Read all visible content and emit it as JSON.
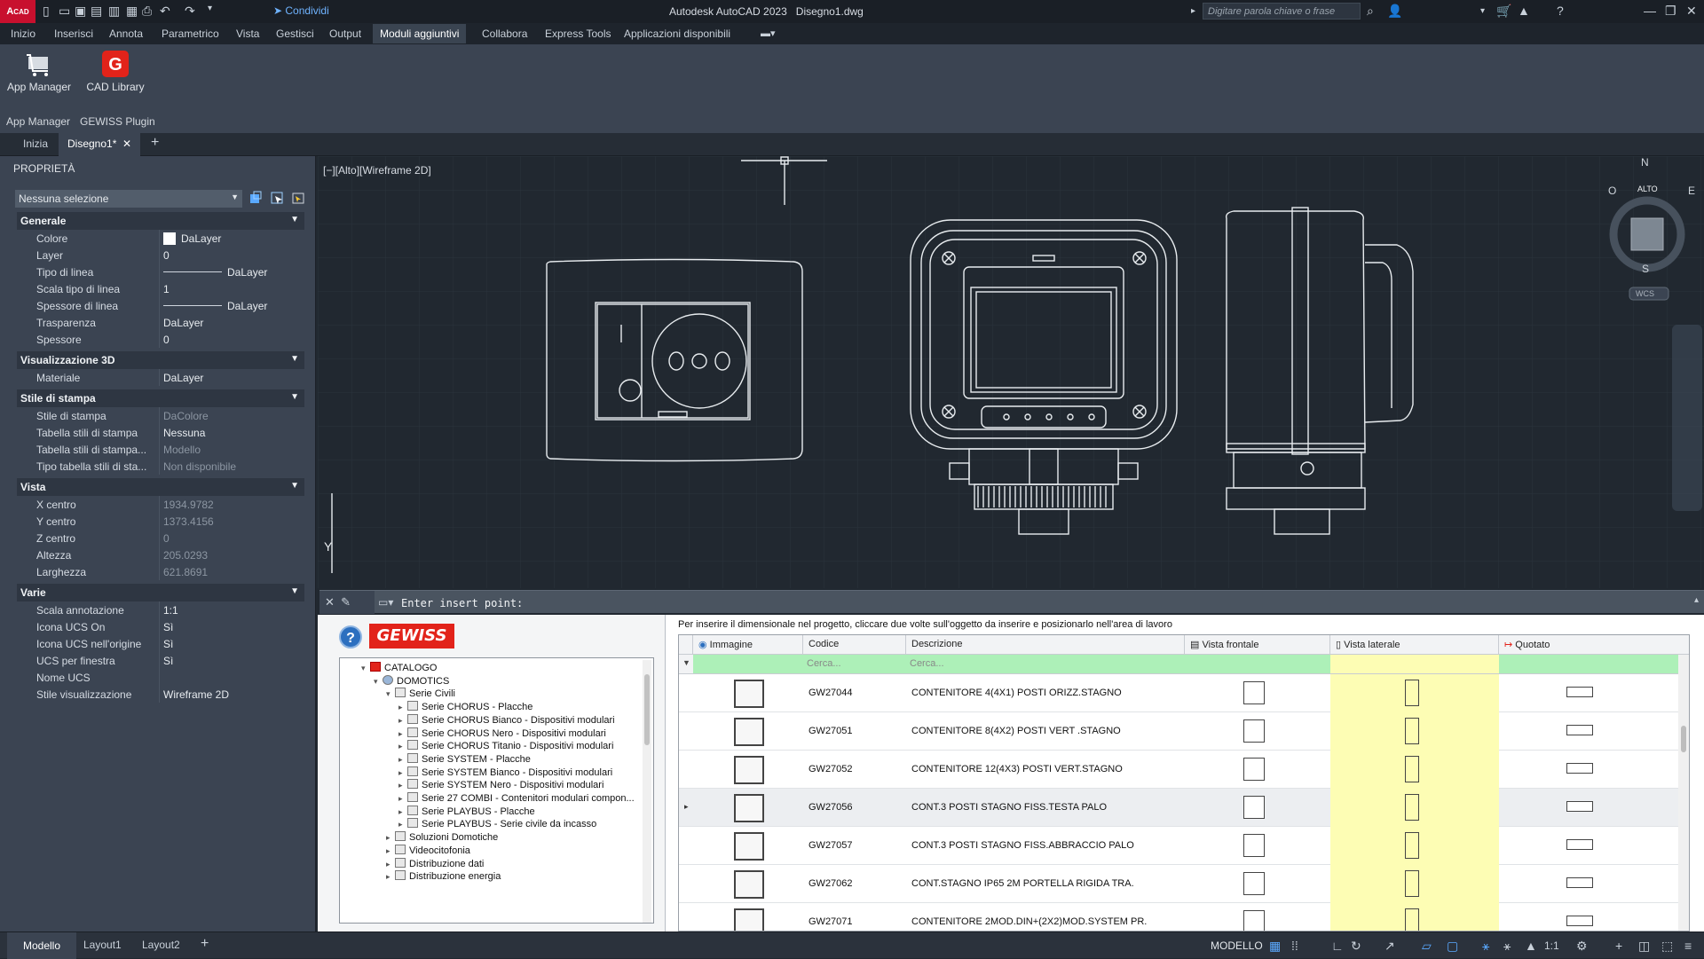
{
  "titlebar": {
    "app_badge": "CAD",
    "share": "Condividi",
    "title": "Autodesk AutoCAD 2023",
    "filename": "Disegno1.dwg",
    "search_placeholder": "Digitare parola chiave o frase"
  },
  "menu": [
    "Inizio",
    "Inserisci",
    "Annota",
    "Parametrico",
    "Vista",
    "Gestisci",
    "Output",
    "Moduli aggiuntivi",
    "Collabora",
    "Express Tools",
    "Applicazioni disponibili"
  ],
  "ribbon": {
    "app_manager": "App Manager",
    "cad_library": "CAD Library",
    "panel_app_manager": "App Manager",
    "panel_gewiss": "GEWISS Plugin"
  },
  "doctabs": {
    "start": "Inizia",
    "current": "Disegno1*"
  },
  "properties": {
    "title": "PROPRIETÀ",
    "selection": "Nessuna selezione",
    "sections": {
      "generale": {
        "title": "Generale",
        "rows": [
          {
            "k": "Colore",
            "v": "DaLayer"
          },
          {
            "k": "Layer",
            "v": "0"
          },
          {
            "k": "Tipo di linea",
            "v": "DaLayer"
          },
          {
            "k": "Scala tipo di linea",
            "v": "1"
          },
          {
            "k": "Spessore di linea",
            "v": "DaLayer"
          },
          {
            "k": "Trasparenza",
            "v": "DaLayer"
          },
          {
            "k": "Spessore",
            "v": "0"
          }
        ]
      },
      "vis3d": {
        "title": "Visualizzazione 3D",
        "rows": [
          {
            "k": "Materiale",
            "v": "DaLayer"
          }
        ]
      },
      "stampa": {
        "title": "Stile di stampa",
        "rows": [
          {
            "k": "Stile di stampa",
            "v": "DaColore"
          },
          {
            "k": "Tabella stili di stampa",
            "v": "Nessuna"
          },
          {
            "k": "Tabella stili di stampa...",
            "v": "Modello"
          },
          {
            "k": "Tipo tabella stili di sta...",
            "v": "Non disponibile"
          }
        ]
      },
      "vista": {
        "title": "Vista",
        "rows": [
          {
            "k": "X centro",
            "v": "1934.9782"
          },
          {
            "k": "Y centro",
            "v": "1373.4156"
          },
          {
            "k": "Z centro",
            "v": "0"
          },
          {
            "k": "Altezza",
            "v": "205.0293"
          },
          {
            "k": "Larghezza",
            "v": "621.8691"
          }
        ]
      },
      "varie": {
        "title": "Varie",
        "rows": [
          {
            "k": "Scala annotazione",
            "v": "1:1"
          },
          {
            "k": "Icona UCS On",
            "v": "Sì"
          },
          {
            "k": "Icona UCS nell'origine",
            "v": "Sì"
          },
          {
            "k": "UCS per finestra",
            "v": "Sì"
          },
          {
            "k": "Nome UCS",
            "v": ""
          },
          {
            "k": "Stile visualizzazione",
            "v": "Wireframe 2D"
          }
        ]
      }
    }
  },
  "viewport": {
    "label": "[−][Alto][Wireframe 2D]",
    "compass": {
      "n": "N",
      "s": "S",
      "e": "E",
      "w": "O",
      "center": "ALTO",
      "wcs": "WCS"
    },
    "axis_y": "Y"
  },
  "command": {
    "text": "Enter insert point:"
  },
  "gewiss": {
    "logo": "GEWISS",
    "hint": "Per inserire il dimensionale nel progetto, cliccare due volte sull'oggetto da inserire e posizionarlo nell'area di lavoro",
    "tree": [
      {
        "label": "CATALOGO",
        "level": 0,
        "toggle": "▾"
      },
      {
        "label": "DOMOTICS",
        "level": 1,
        "toggle": "▾"
      },
      {
        "label": "Serie Civili",
        "level": 2,
        "toggle": "▾"
      },
      {
        "label": "Serie CHORUS - Placche",
        "level": 3,
        "toggle": "▸"
      },
      {
        "label": "Serie CHORUS Bianco - Dispositivi modulari",
        "level": 3,
        "toggle": "▸"
      },
      {
        "label": "Serie CHORUS Nero - Dispositivi modulari",
        "level": 3,
        "toggle": "▸"
      },
      {
        "label": "Serie CHORUS Titanio - Dispositivi modulari",
        "level": 3,
        "toggle": "▸"
      },
      {
        "label": "Serie SYSTEM - Placche",
        "level": 3,
        "toggle": "▸"
      },
      {
        "label": "Serie SYSTEM Bianco - Dispositivi modulari",
        "level": 3,
        "toggle": "▸"
      },
      {
        "label": "Serie SYSTEM Nero - Dispositivi modulari",
        "level": 3,
        "toggle": "▸"
      },
      {
        "label": "Serie 27 COMBI - Contenitori modulari compon...",
        "level": 3,
        "toggle": "▸"
      },
      {
        "label": "Serie PLAYBUS - Placche",
        "level": 3,
        "toggle": "▸"
      },
      {
        "label": "Serie PLAYBUS - Serie civile da incasso",
        "level": 3,
        "toggle": "▸"
      },
      {
        "label": "Soluzioni Domotiche",
        "level": 2,
        "toggle": "▸"
      },
      {
        "label": "Videocitofonia",
        "level": 2,
        "toggle": "▸"
      },
      {
        "label": "Distribuzione dati",
        "level": 2,
        "toggle": "▸"
      },
      {
        "label": "Distribuzione energia",
        "level": 2,
        "toggle": "▸"
      }
    ],
    "columns": {
      "image": "Immagine",
      "code": "Codice",
      "desc": "Descrizione",
      "front": "Vista frontale",
      "side": "Vista laterale",
      "quoted": "Quotato"
    },
    "filter_placeholder": "Cerca...",
    "rows": [
      {
        "code": "GW27044",
        "desc": "CONTENITORE 4(4X1) POSTI ORIZZ.STAGNO"
      },
      {
        "code": "GW27051",
        "desc": "CONTENITORE 8(4X2) POSTI VERT .STAGNO"
      },
      {
        "code": "GW27052",
        "desc": "CONTENITORE 12(4X3) POSTI VERT.STAGNO"
      },
      {
        "code": "GW27056",
        "desc": "CONT.3 POSTI STAGNO FISS.TESTA PALO"
      },
      {
        "code": "GW27057",
        "desc": "CONT.3 POSTI STAGNO FISS.ABBRACCIO PALO"
      },
      {
        "code": "GW27062",
        "desc": "CONT.STAGNO IP65 2M PORTELLA RIGIDA TRA."
      },
      {
        "code": "GW27071",
        "desc": "CONTENITORE 2MOD.DIN+(2X2)MOD.SYSTEM PR."
      }
    ]
  },
  "status": {
    "layouts": [
      "Modello",
      "Layout1",
      "Layout2"
    ],
    "mode": "MODELLO",
    "scale": "1:1"
  }
}
